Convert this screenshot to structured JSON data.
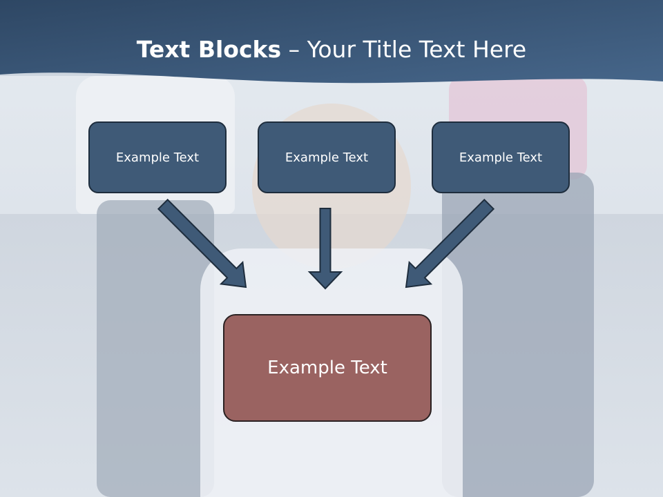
{
  "slide": {
    "title_bold": "Text Blocks",
    "title_rest": " – Your Title Text Here"
  },
  "blocks": [
    {
      "text": "Example Text"
    },
    {
      "text": "Example Text"
    },
    {
      "text": "Example Text"
    }
  ],
  "center_block": {
    "text": "Example Text"
  },
  "colors": {
    "header": "#34506e",
    "small_block_fill": "#3f5a77",
    "center_block_fill": "#9a6361",
    "arrow_fill": "#3f5a77"
  }
}
